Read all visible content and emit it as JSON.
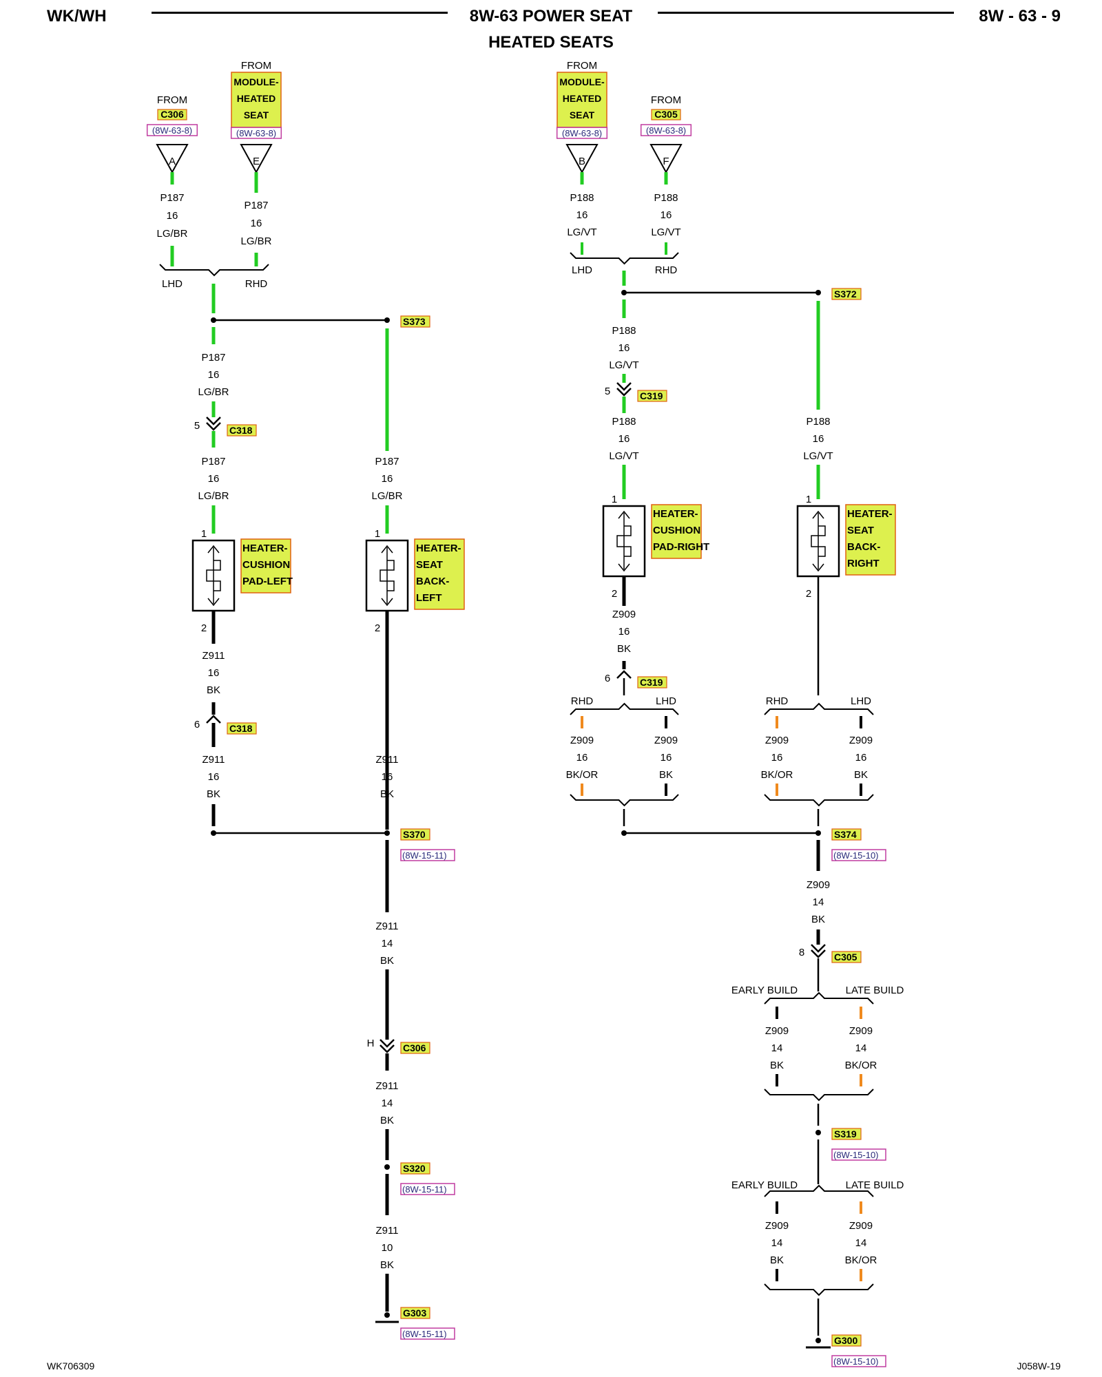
{
  "header": {
    "model": "WK/WH",
    "title": "8W-63 POWER SEAT",
    "subtitle": "HEATED SEATS",
    "page": "8W - 63 - 9"
  },
  "footer": {
    "left_code": "WK706309",
    "right_code": "J058W-19"
  },
  "colors": {
    "wire_green": "#22cc22",
    "wire_black": "#000000",
    "tag_fill": "#ddf04e",
    "tag_border": "#e06010",
    "ref_border": "#c03ca0",
    "stub_orange": "#f08a1e"
  },
  "text": {
    "from": "FROM",
    "lhd": "LHD",
    "rhd": "RHD",
    "early_build": "EARLY BUILD",
    "late_build": "LATE BUILD"
  },
  "sources": [
    {
      "from": "FROM",
      "connector": "C306",
      "ref": "(8W-63-8)",
      "pin": "A"
    },
    {
      "from": "FROM",
      "name": [
        "MODULE-",
        "HEATED",
        "SEAT"
      ],
      "ref": "(8W-63-8)",
      "pin": "E"
    },
    {
      "from": "FROM",
      "name": [
        "MODULE-",
        "HEATED",
        "SEAT"
      ],
      "ref": "(8W-63-8)",
      "pin": "B"
    },
    {
      "from": "FROM",
      "connector": "C305",
      "ref": "(8W-63-8)",
      "pin": "F"
    }
  ],
  "wires": {
    "p187": {
      "circuit": "P187",
      "gauge": "16",
      "color": "LG/BR"
    },
    "p188": {
      "circuit": "P188",
      "gauge": "16",
      "color": "LG/VT"
    },
    "z911_16": {
      "circuit": "Z911",
      "gauge": "16",
      "color": "BK"
    },
    "z911_14": {
      "circuit": "Z911",
      "gauge": "14",
      "color": "BK"
    },
    "z911_10": {
      "circuit": "Z911",
      "gauge": "10",
      "color": "BK"
    },
    "z909_16bk": {
      "circuit": "Z909",
      "gauge": "16",
      "color": "BK"
    },
    "z909_16bkor": {
      "circuit": "Z909",
      "gauge": "16",
      "color": "BK/OR"
    },
    "z909_14bk": {
      "circuit": "Z909",
      "gauge": "14",
      "color": "BK"
    },
    "z909_14bkor": {
      "circuit": "Z909",
      "gauge": "14",
      "color": "BK/OR"
    }
  },
  "connectors": {
    "c318_5": {
      "id": "C318",
      "pin": "5"
    },
    "c318_6": {
      "id": "C318",
      "pin": "6"
    },
    "c319_5": {
      "id": "C319",
      "pin": "5"
    },
    "c319_6": {
      "id": "C319",
      "pin": "6"
    },
    "c306_h": {
      "id": "C306",
      "pin": "H"
    },
    "c305_8": {
      "id": "C305",
      "pin": "8"
    }
  },
  "splices": [
    {
      "id": "S373"
    },
    {
      "id": "S372"
    },
    {
      "id": "S370",
      "ref": "(8W-15-11)"
    },
    {
      "id": "S374",
      "ref": "(8W-15-10)"
    },
    {
      "id": "S320",
      "ref": "(8W-15-11)"
    },
    {
      "id": "S319",
      "ref": "(8W-15-10)"
    }
  ],
  "grounds": [
    {
      "id": "G303",
      "ref": "(8W-15-11)"
    },
    {
      "id": "G300",
      "ref": "(8W-15-10)"
    }
  ],
  "components": [
    {
      "name": [
        "HEATER-",
        "CUSHION",
        "PAD-LEFT"
      ],
      "pin_in": "1",
      "pin_out": "2"
    },
    {
      "name": [
        "HEATER-",
        "SEAT",
        "BACK-",
        "LEFT"
      ],
      "pin_in": "1",
      "pin_out": "2"
    },
    {
      "name": [
        "HEATER-",
        "CUSHION",
        "PAD-RIGHT"
      ],
      "pin_in": "1",
      "pin_out": "2"
    },
    {
      "name": [
        "HEATER-",
        "SEAT",
        "BACK-",
        "RIGHT"
      ],
      "pin_in": "1",
      "pin_out": "2"
    }
  ]
}
